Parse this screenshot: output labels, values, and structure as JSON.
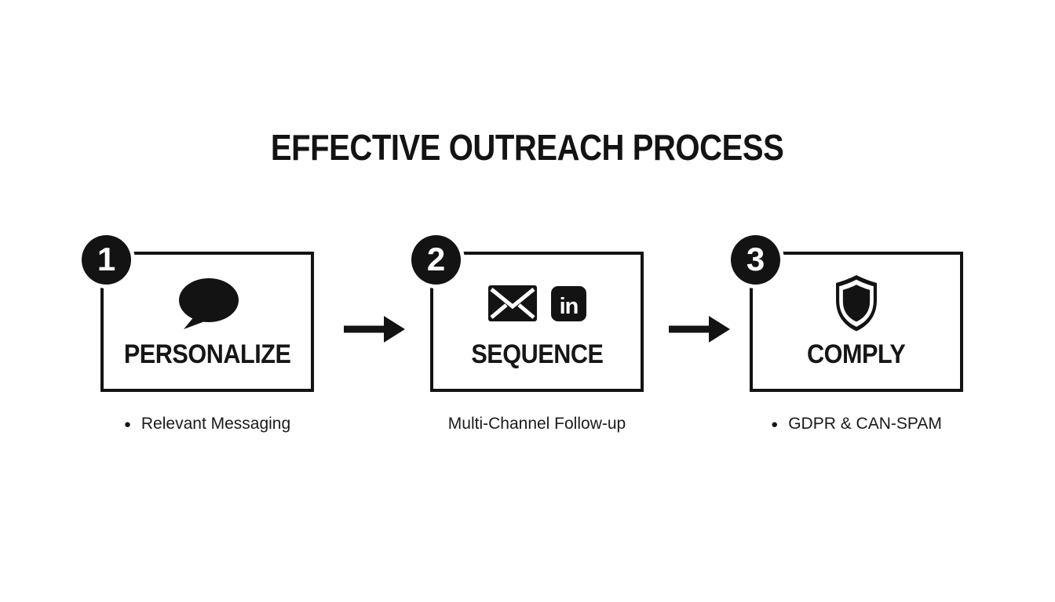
{
  "title": "EFFECTIVE OUTREACH PROCESS",
  "colors": {
    "ink": "#131313",
    "background": "#ffffff",
    "badge_fill": "#131313",
    "badge_text": "#ffffff"
  },
  "icons": {
    "linkedin_glyph": "in"
  },
  "steps": [
    {
      "number": "1",
      "label": "PERSONALIZE",
      "icons": [
        "speech-bubble-icon"
      ],
      "note": "Relevant Messaging",
      "bullet": "●"
    },
    {
      "number": "2",
      "label": "SEQUENCE",
      "icons": [
        "email-icon",
        "linkedin-icon"
      ],
      "note": "Multi-Channel Follow-up",
      "bullet": ""
    },
    {
      "number": "3",
      "label": "COMPLY",
      "icons": [
        "shield-icon"
      ],
      "note": "GDPR & CAN-SPAM",
      "bullet": "●"
    }
  ],
  "connectors": [
    "arrow-right-icon",
    "arrow-right-icon"
  ]
}
